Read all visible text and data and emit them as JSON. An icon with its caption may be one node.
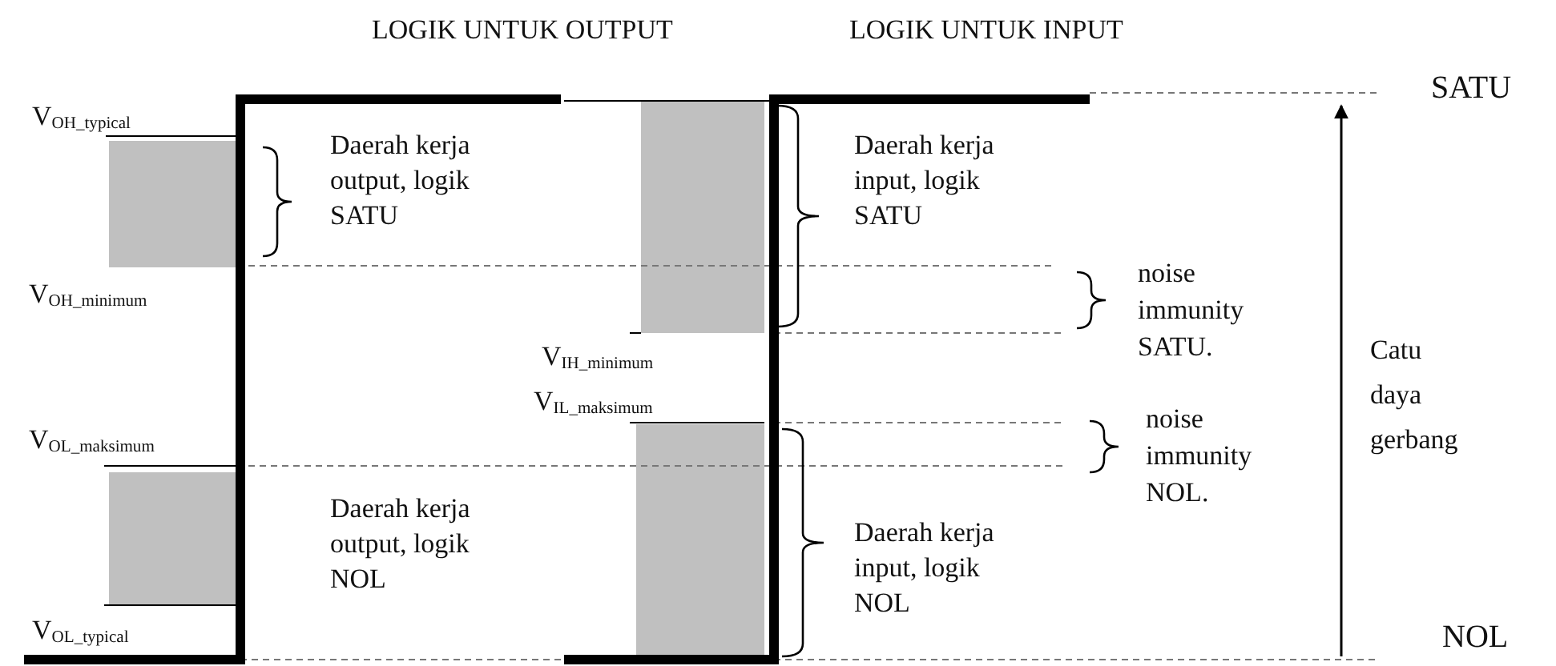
{
  "diagram": {
    "labels": [
      "LOGIK UNTUK OUTPUT",
      "LOGIK UNTUK INPUT",
      "SATU",
      "V$_{OH_typical}$",
      "Daerah kerja output, logik SATU",
      "Daerah kerja input, logik SATU",
      "V$_{OH_minimum}$",
      "noise immunity SATU.",
      "V$_{IH_minimum}$",
      "Catu daya gerbang",
      "V$_{IL_maksimum}$",
      "noise immunity NOL.",
      "V$_{OL_maksimum}$",
      "Daerah kerja output, logik NOL",
      "Daerah kerja input, logik NOL",
      "V$_{OL_typical}$",
      "NOL"
    ]
  }
}
